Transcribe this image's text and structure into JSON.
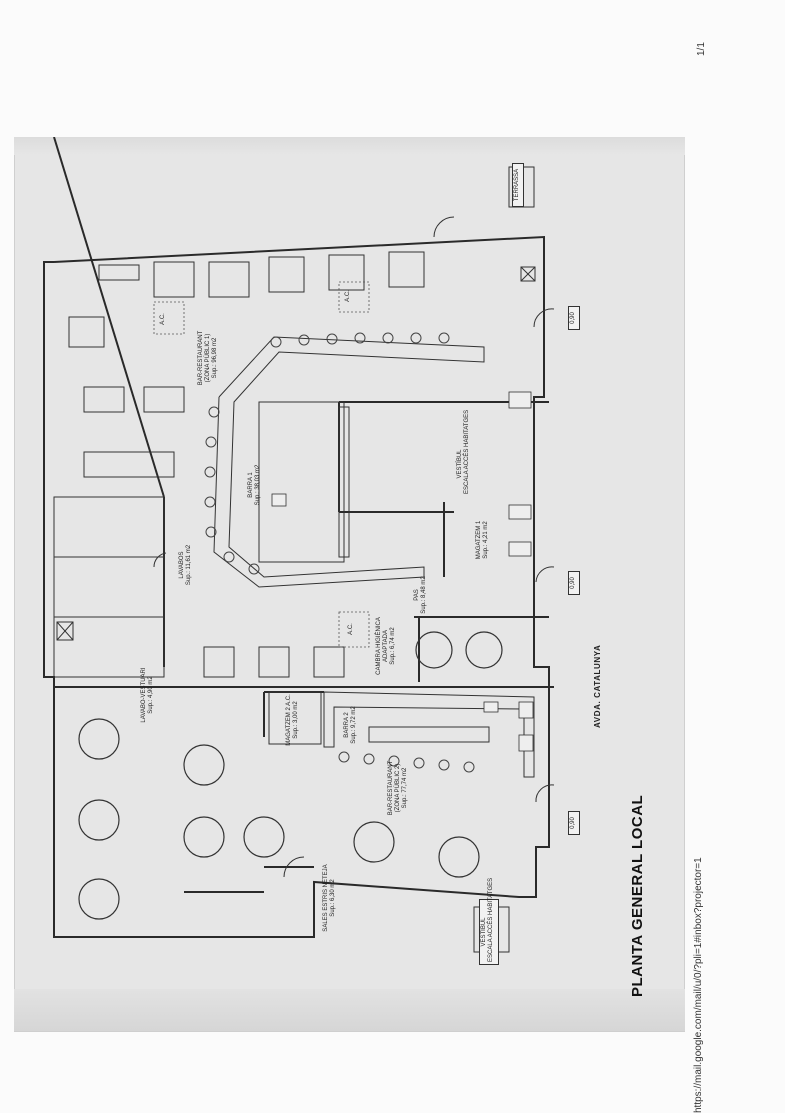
{
  "header": {
    "page_indicator": "1/1"
  },
  "footer": {
    "url": "https://mail.google.com/mail/u/0/?pli=1#inbox?projector=1"
  },
  "plan": {
    "title": "PLANTA GENERAL LOCAL",
    "street": "AVDA. CATALUNYA",
    "terrace": "TERRASSA",
    "rooms": {
      "bar_restaurant_1": {
        "name": "BAR-RESTAURANT",
        "zone": "(ZONA PÚBLIC 1)",
        "area": "Sup.: 96,98 m2"
      },
      "bar_restaurant_2": {
        "name": "BAR-RESTAURANT",
        "zone": "(ZONA PÚBLIC 2)",
        "area": "Sup.: 77,74 m2"
      },
      "barra_1": {
        "name": "BARRA 1",
        "area": "Sup.: 38,03 m2"
      },
      "barra_2": {
        "name": "BARRA 2",
        "area": "Sup.: 9,72 m2"
      },
      "lavabos": {
        "name": "LAVABOS",
        "area": "Sup.: 11,61 m2"
      },
      "lavabo_vestuari": {
        "name": "LAVABO-VESTUARI",
        "area": "Sup.: 4,90 m2"
      },
      "cambra_higienica": {
        "name": "CAMBRA HIGIÈNICA",
        "type": "ADAPTADA",
        "area": "Sup.: 6,74 m2"
      },
      "pas": {
        "name": "PAS",
        "area": "Sup.: 8,48 m2"
      },
      "magatzem_1": {
        "name": "MAGATZEM 1",
        "area": "Sup.: 4,21 m2"
      },
      "magatzem_2": {
        "name": "MAGATZEM 2 A.C.",
        "area": "Sup.: 3,00 m2"
      },
      "vestibul_habitatges": {
        "name": "VESTÍBUL",
        "sub": "ESCALA ACCÉS HABITATGES"
      },
      "vestibul_habitatges_2": {
        "name": "VESTÍBUL",
        "sub": "ESCALA ACCÉS HABITATGES"
      },
      "sales_estris": {
        "name": "SALES ESTRIS NETEJA",
        "area": "Sup.: 6,30 m2"
      }
    },
    "markers": {
      "ac_a": "A.C.",
      "ac_b": "A.C.",
      "ac_c": "A.C.",
      "dim_1": "0,90",
      "dim_2": "0,90",
      "dim_3": "0,90"
    }
  }
}
